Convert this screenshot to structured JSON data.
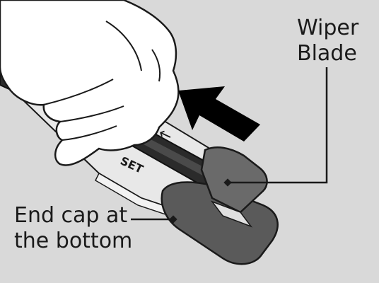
{
  "labels": {
    "wiper_blade": [
      "Wiper",
      "Blade"
    ],
    "end_cap": [
      "End cap at",
      "the bottom"
    ]
  },
  "strip_marking": "SET",
  "strip_arrow": "←",
  "colors": {
    "background": "#d9d9d9",
    "outline": "#1a1a1a",
    "hand_fill": "#ffffff",
    "rubber_blade": "#2b2b2b",
    "end_cap": "#5a5a5a",
    "strip": "#e8e8e8",
    "direction_arrow": "#000000"
  },
  "icons": {
    "direction": "large-arrow-upper-left-icon",
    "leader_end": "diamond-marker-icon"
  }
}
